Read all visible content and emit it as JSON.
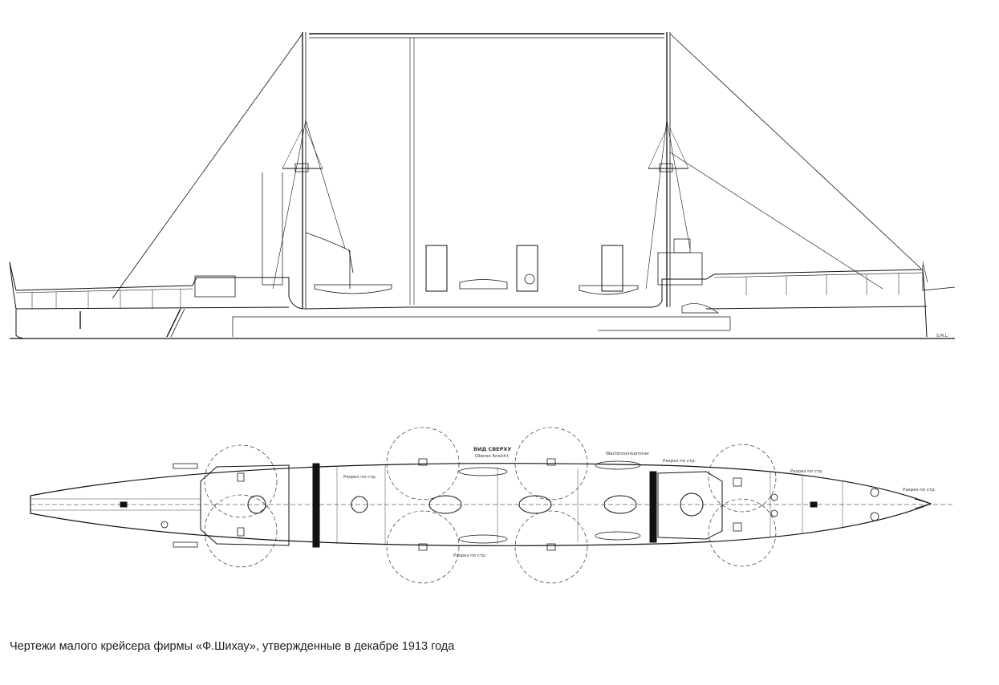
{
  "caption": "Чертежи малого крейсера фирмы «Ф.Шихау», утвержденные в декабре 1913 года",
  "signature": "S.M.L.",
  "plan_labels": {
    "view_from_above": "ВИД СВЕРХУ",
    "view_from_above_de": "Oberes Ansicht",
    "label_1": "Wachtroomkammer",
    "label_2": "Разрез по стр.",
    "label_3": "Разрез по стр.",
    "label_4": "Разрез по стр.",
    "label_5": "Разрез по стр.",
    "label_6": "Разрез по стр."
  }
}
